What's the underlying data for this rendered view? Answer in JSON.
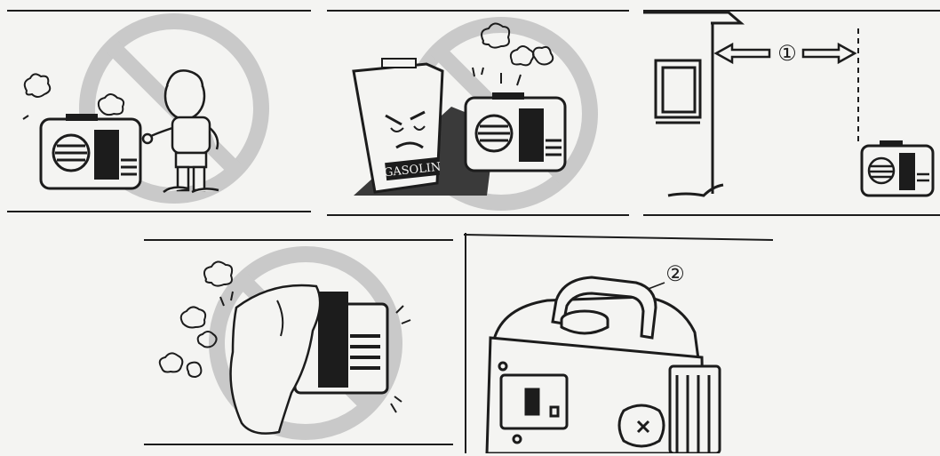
{
  "panels": {
    "keep_away_children": {},
    "no_fuel_near": {
      "fuel_can_label": "GASOLIN"
    },
    "distance_from_building": {
      "callout": "①"
    },
    "do_not_cover": {},
    "generator_handle": {
      "callout": "②"
    }
  },
  "colors": {
    "ink": "#1c1c1c",
    "prohibit_circle": "#c9c9c9",
    "paper": "#f4f4f2",
    "shadow": "#3a3a3a"
  }
}
